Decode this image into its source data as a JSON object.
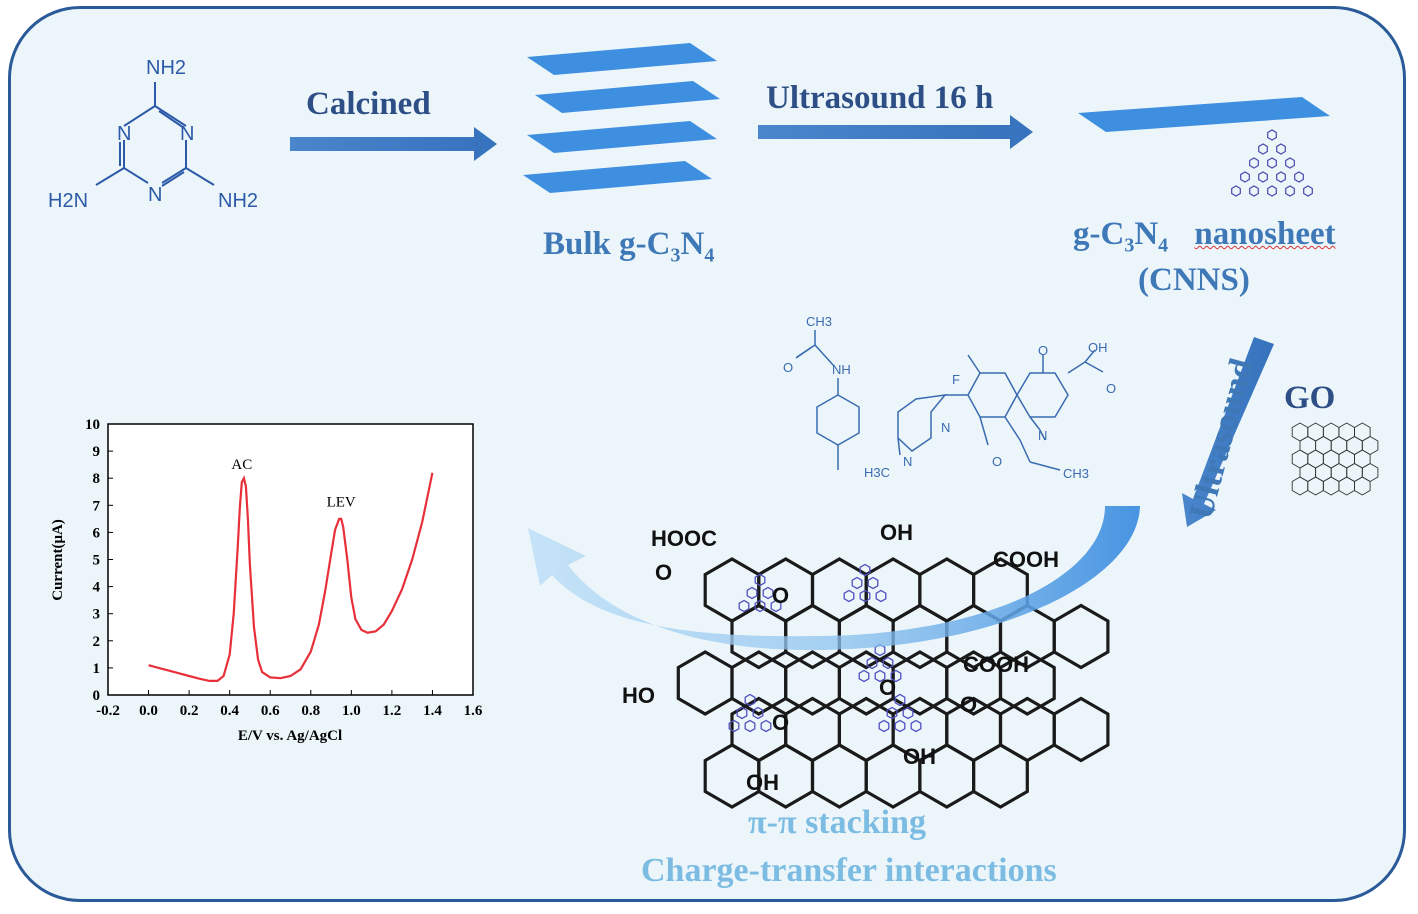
{
  "colors": {
    "background": "#ecf6fa",
    "border": "#2a5a98",
    "arrow": "#4a86cc",
    "sheet": "#3f8fe0",
    "curve": "#e8303a",
    "dark_label": "#2d4f86",
    "light_label": "#7dbce2"
  },
  "steps": {
    "calcined": "Calcined",
    "ultrasound_16h": "Ultrasound 16 h",
    "ultrasound": "Ultrasound"
  },
  "melamine": {
    "nh2_top": "NH2",
    "nh2_left": "H2N",
    "nh2_right": "NH2",
    "n": "N"
  },
  "bulk": {
    "prefix": "Bulk g-C",
    "sub1": "3",
    "mid": "N",
    "sub2": "4"
  },
  "nanosheet": {
    "prefix": "g-C",
    "sub1": "3",
    "mid": "N",
    "sub2": "4",
    "suffix": "nanosheet",
    "abbr": "(CNNS)"
  },
  "go": {
    "label": "GO"
  },
  "interactions": {
    "line1": "π-π stacking",
    "line2": "Charge-transfer interactions"
  },
  "molecules": {
    "ch3": "CH3",
    "o": "O",
    "nh": "NH",
    "oh": "OH",
    "f": "F",
    "n": "N",
    "h3c": "H3C"
  },
  "go_groups": {
    "hooc": "HOOC",
    "oh": "OH",
    "cooh": "COOH",
    "ho": "HO",
    "o": "O"
  },
  "chart_data": {
    "type": "line",
    "xlabel": "E/V vs. Ag/AgCl",
    "ylabel": "Current(μA)",
    "xlim": [
      -0.2,
      1.6
    ],
    "ylim": [
      0,
      10
    ],
    "xticks": [
      "-0.2",
      "0.0",
      "0.2",
      "0.4",
      "0.6",
      "0.8",
      "1.0",
      "1.2",
      "1.4",
      "1.6"
    ],
    "yticks": [
      "0",
      "1",
      "2",
      "3",
      "4",
      "5",
      "6",
      "7",
      "8",
      "9",
      "10"
    ],
    "annotations": [
      {
        "text": "AC",
        "x": 0.46,
        "y": 8.2
      },
      {
        "text": "LEV",
        "x": 0.95,
        "y": 6.8
      }
    ],
    "series": [
      {
        "color": "#e8303a",
        "x": [
          0.0,
          0.05,
          0.1,
          0.15,
          0.2,
          0.25,
          0.3,
          0.34,
          0.37,
          0.4,
          0.42,
          0.44,
          0.45,
          0.46,
          0.47,
          0.48,
          0.49,
          0.5,
          0.52,
          0.54,
          0.56,
          0.6,
          0.65,
          0.7,
          0.75,
          0.8,
          0.84,
          0.87,
          0.9,
          0.92,
          0.94,
          0.95,
          0.96,
          0.98,
          1.0,
          1.02,
          1.05,
          1.08,
          1.12,
          1.16,
          1.2,
          1.25,
          1.3,
          1.35,
          1.4
        ],
        "y": [
          1.1,
          1.0,
          0.9,
          0.8,
          0.7,
          0.6,
          0.52,
          0.52,
          0.7,
          1.5,
          3.0,
          5.5,
          6.9,
          7.85,
          8.0,
          7.7,
          6.5,
          4.8,
          2.5,
          1.3,
          0.85,
          0.65,
          0.62,
          0.7,
          0.95,
          1.6,
          2.6,
          3.8,
          5.2,
          6.1,
          6.5,
          6.5,
          6.2,
          5.0,
          3.6,
          2.8,
          2.4,
          2.3,
          2.35,
          2.6,
          3.1,
          3.9,
          5.0,
          6.4,
          8.2
        ]
      }
    ]
  }
}
